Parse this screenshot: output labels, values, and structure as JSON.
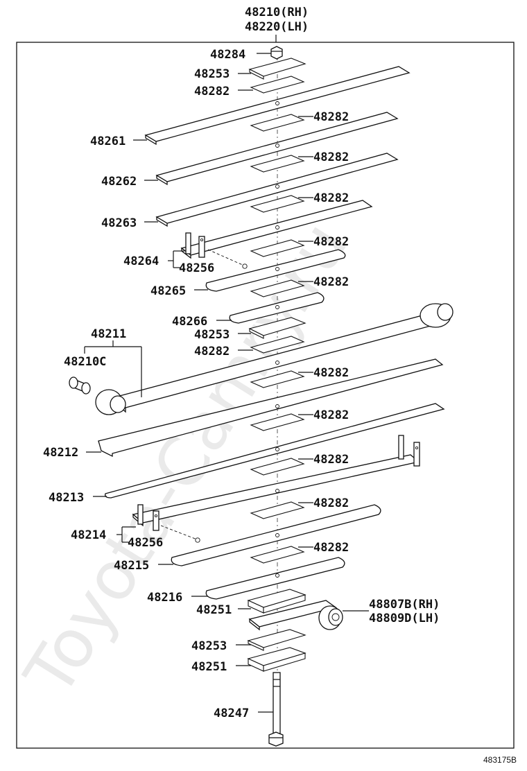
{
  "header": {
    "assembly_rh": "48210(RH)",
    "assembly_lh": "48220(LH)"
  },
  "watermark": "Toyota-Camry.ru",
  "figure_code": "483175B",
  "parts": {
    "nut_48284": "48284",
    "pad_48253_top": "48253",
    "shim_48282_top": "48282",
    "leaf_48261": "48261",
    "shim_48282_a": "48282",
    "leaf_48262": "48262",
    "shim_48282_b": "48282",
    "leaf_48263": "48263",
    "shim_48282_c": "48282",
    "leaf_48264": "48264",
    "clip_48256_upper": "48256",
    "shim_48282_d": "48282",
    "leaf_48265": "48265",
    "shim_48282_e": "48282",
    "leaf_48266": "48266",
    "pad_48253_mid": "48253",
    "shim_48282_f": "48282",
    "main_leaf_48211": "48211",
    "bushing_48210C": "48210C",
    "shim_48282_g": "48282",
    "leaf_48212": "48212",
    "shim_48282_h": "48282",
    "leaf_48213": "48213",
    "shim_48282_i": "48282",
    "leaf_48214": "48214",
    "clip_48256_lower": "48256",
    "shim_48282_j": "48282",
    "leaf_48215": "48215",
    "shim_48282_k": "48282",
    "leaf_48216": "48216",
    "pad_48251_upper": "48251",
    "bracket_rh": "48807B(RH)",
    "bracket_lh": "48809D(LH)",
    "pad_48253_low": "48253",
    "pad_48251_lower": "48251",
    "bolt_48247": "48247"
  }
}
